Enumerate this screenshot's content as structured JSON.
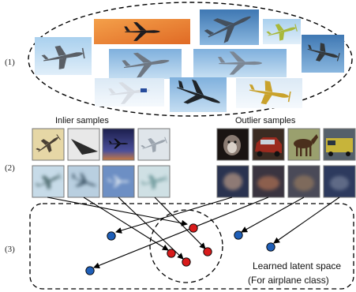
{
  "step_labels": [
    "(1)",
    "(2)",
    "(3)"
  ],
  "inlier_header": "Inlier samples",
  "outlier_header": "Outlier samples",
  "latent_caption_line1": "Learned latent space",
  "latent_caption_line2": "(For airplane class)",
  "colors": {
    "inlier_point": "#1f5fb8",
    "outlier_point": "#d81b1b",
    "sky": "#9cc6ea",
    "sunset": "#f08a35",
    "dashed_line": "#000000"
  },
  "airplane_photos": [
    {
      "icon": "four-engine-prop-plane-icon",
      "bg": "sky-light"
    },
    {
      "icon": "airliner-sunset-icon",
      "bg": "sunset"
    },
    {
      "icon": "cargo-jet-top-view-icon",
      "bg": "sky-deep"
    },
    {
      "icon": "green-trainer-plane-icon",
      "bg": "sky-light"
    },
    {
      "icon": "ww2-fighter-icon",
      "bg": "sky-deep"
    },
    {
      "icon": "f16-fighter-icon",
      "bg": "sky-mid"
    },
    {
      "icon": "large-transport-jet-icon",
      "bg": "sky-mid"
    },
    {
      "icon": "a380-airliner-icon",
      "bg": "sky-pale"
    },
    {
      "icon": "fighter-banking-icon",
      "bg": "sky-mid"
    },
    {
      "icon": "yellow-prop-plane-icon",
      "bg": "sky-pale"
    }
  ],
  "inlier_samples": [
    {
      "icon": "prop-fighter-thumbnail-icon"
    },
    {
      "icon": "stealth-bomber-thumbnail-icon"
    },
    {
      "icon": "jet-sunset-thumbnail-icon"
    },
    {
      "icon": "small-plane-thumbnail-icon"
    }
  ],
  "outlier_samples": [
    {
      "icon": "cat-thumbnail-icon"
    },
    {
      "icon": "red-car-thumbnail-icon"
    },
    {
      "icon": "horse-thumbnail-icon"
    },
    {
      "icon": "fire-truck-thumbnail-icon"
    }
  ],
  "inlier_reconstructions": [
    {
      "icon": "blurry-plane-reconstruction-icon"
    },
    {
      "icon": "blurry-plane-reconstruction-icon"
    },
    {
      "icon": "blurry-plane-reconstruction-icon"
    },
    {
      "icon": "blurry-plane-reconstruction-icon"
    }
  ],
  "outlier_reconstructions": [
    {
      "icon": "blurry-outlier-reconstruction-icon"
    },
    {
      "icon": "blurry-outlier-reconstruction-icon"
    },
    {
      "icon": "blurry-outlier-reconstruction-icon"
    },
    {
      "icon": "blurry-outlier-reconstruction-icon"
    }
  ]
}
